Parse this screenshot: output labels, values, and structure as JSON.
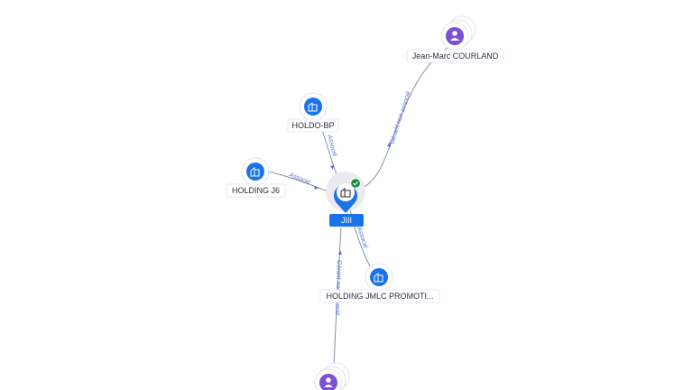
{
  "center": {
    "label": "JIII",
    "icon": "building-icon",
    "badge": "check-badge-icon",
    "color": "#1a73e8",
    "badge_color": "#1e8e3e"
  },
  "nodes": [
    {
      "id": "jean-marc",
      "label": "Jean-Marc COURLAND",
      "kind": "person",
      "icon": "person-icon",
      "stacked": true
    },
    {
      "id": "holdo-bp",
      "label": "HOLDO-BP",
      "kind": "company",
      "icon": "building-icon"
    },
    {
      "id": "holding-j6",
      "label": "HOLDING J6",
      "kind": "company",
      "icon": "building-icon"
    },
    {
      "id": "holding-jmlc",
      "label": "HOLDING JMLC PROMOTI...",
      "kind": "company",
      "icon": "building-icon"
    },
    {
      "id": "person-bottom",
      "label": "",
      "kind": "person",
      "icon": "person-icon",
      "stacked": true
    }
  ],
  "edges": [
    {
      "from": "jean-marc",
      "label": "Gérant non-associé"
    },
    {
      "from": "holdo-bp",
      "label": "Associé"
    },
    {
      "from": "holding-j6",
      "label": "Associé"
    },
    {
      "from": "holding-jmlc",
      "label": "Associé"
    },
    {
      "from": "person-bottom",
      "label": "Gérant non-associé"
    }
  ],
  "colors": {
    "company": "#1a73e8",
    "person": "#7b4fd6",
    "edge": "#8a8fa3",
    "edge_label": "#5b6bd6"
  }
}
